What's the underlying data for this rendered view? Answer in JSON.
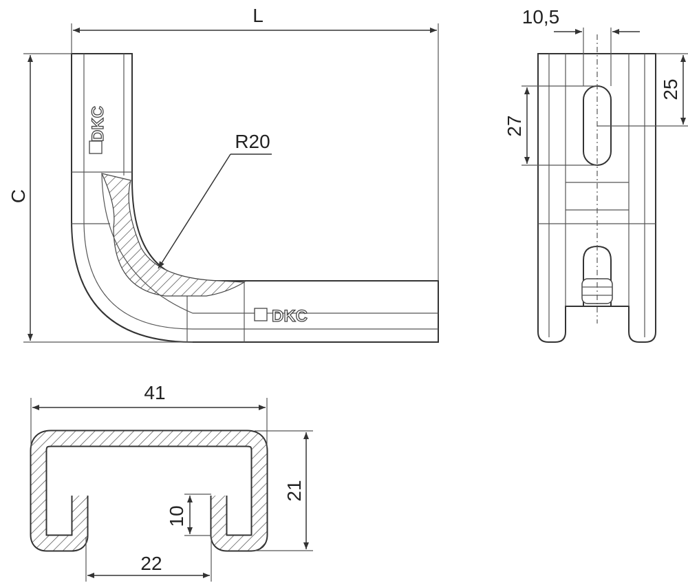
{
  "drawing": {
    "brand_logo": "DKC",
    "side_view": {
      "length_label": "L",
      "height_label": "C",
      "radius_label": "R20"
    },
    "end_view": {
      "width_label": "10,5",
      "slot_offset_label": "25",
      "slot_length_label": "27"
    },
    "section": {
      "width_label": "41",
      "height_label": "21",
      "lip_label": "10",
      "opening_label": "22"
    }
  }
}
